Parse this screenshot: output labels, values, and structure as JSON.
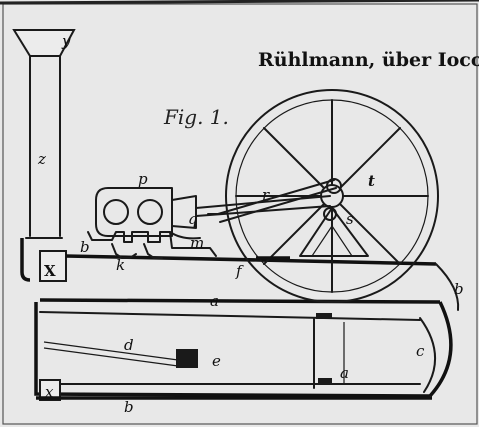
{
  "plate": {
    "header": "Rühlmann, über Ioco",
    "figure_title": "Fig. 1."
  },
  "labels": {
    "y": "y",
    "z": "z",
    "X": "X",
    "x": "x",
    "b_top": "b",
    "k": "k",
    "m": "m",
    "p": "p",
    "q": "q",
    "r": "r",
    "s": "s",
    "t": "t",
    "f": "f",
    "b_right": "b",
    "a_top": "a",
    "a_bottom": "a",
    "c": "c",
    "d": "d",
    "e": "e",
    "b_bottom": "b"
  }
}
